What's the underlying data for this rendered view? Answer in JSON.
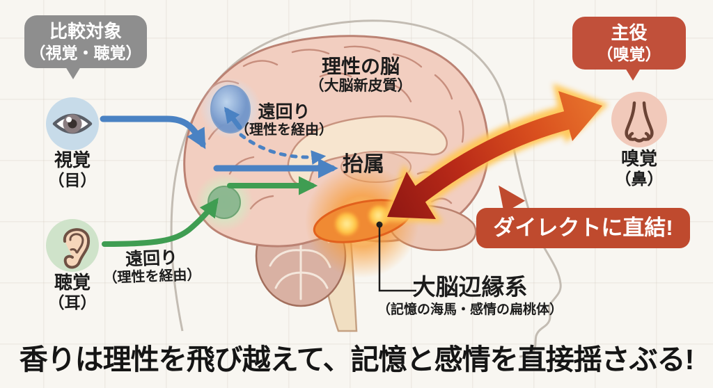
{
  "bubbles": {
    "comparison": {
      "line1": "比較対象",
      "line2": "（視覚・聴覚）"
    },
    "protagonist": {
      "line1": "主役",
      "line2": "（嗅覚）"
    }
  },
  "brain": {
    "title": "理性の脳",
    "subtitle": "（大脳新皮質）",
    "thalamus_label": "抬属",
    "limbic_label": "大脳辺縁系",
    "limbic_sublabel": "（記憶の海馬・感情の扁桃体）"
  },
  "senses": {
    "vision": {
      "label": "視覚",
      "sublabel": "（目）",
      "icon": "eye-icon"
    },
    "hearing": {
      "label": "聴覚",
      "sublabel": "（耳）",
      "icon": "ear-icon"
    },
    "smell": {
      "label": "嗅覚",
      "sublabel": "（鼻）",
      "icon": "nose-icon"
    }
  },
  "routes": {
    "vision_detour": {
      "line1": "遠回り",
      "line2": "（理性を経由）"
    },
    "hearing_detour": {
      "line1": "遠回り",
      "line2": "（理性を経由）"
    },
    "smell_direct": {
      "label": "ダイレクトに直結!"
    }
  },
  "headline": "香りは理性を飛び越えて、記憶と感情を直接揺さぶる!",
  "colors": {
    "comparison_bubble": "#8e8e8e",
    "protagonist_bubble": "#c1503a",
    "direct_box": "#bf4a2e",
    "vision_arrow": "#4a82c3",
    "hearing_arrow": "#3f9d52",
    "smell_arrow_dark": "#9b1b15",
    "smell_arrow_light": "#e8752d",
    "limbic_glow": "#f79a33"
  }
}
